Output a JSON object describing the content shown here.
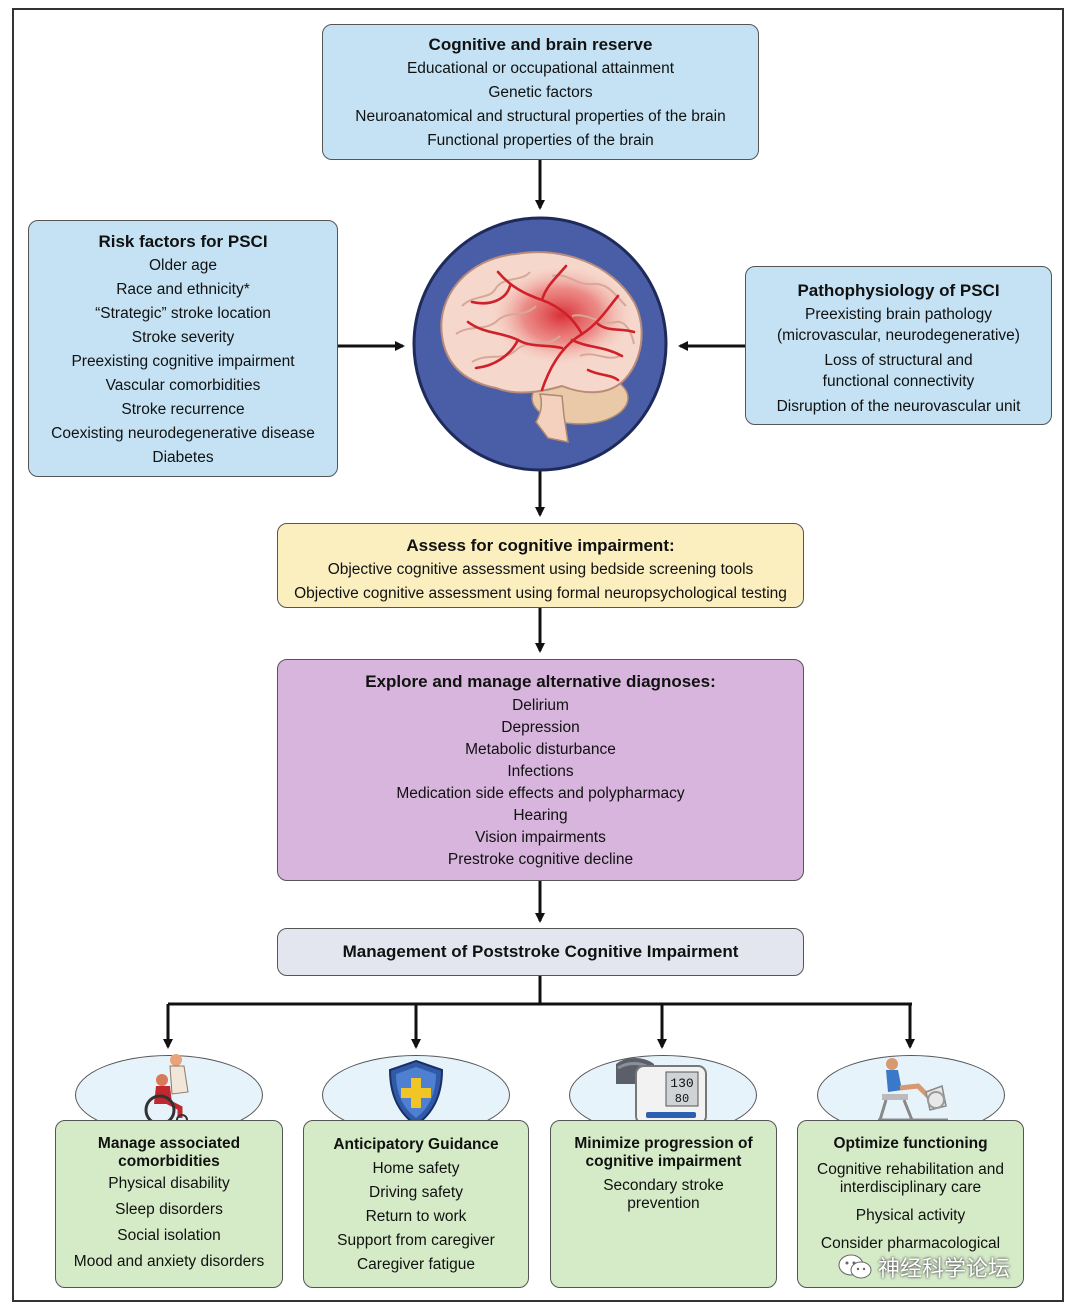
{
  "reserve": {
    "title": "Cognitive and brain reserve",
    "items": [
      "Educational or occupational attainment",
      "Genetic factors",
      "Neuroanatomical and structural properties of the brain",
      "Functional properties of the brain"
    ]
  },
  "risk": {
    "title": "Risk factors for PSCI",
    "items": [
      "Older age",
      "Race and ethnicity*",
      "“Strategic” stroke location",
      "Stroke severity",
      "Preexisting cognitive impairment",
      "Vascular comorbidities",
      "Stroke recurrence",
      "Coexisting neurodegenerative disease",
      "Diabetes"
    ]
  },
  "patho": {
    "title": "Pathophysiology of PSCI",
    "items": [
      "Preexisting brain pathology",
      "(microvascular, neurodegenerative)",
      "Loss of structural and",
      "functional connectivity",
      "Disruption of the neurovascular unit"
    ]
  },
  "assess": {
    "title": "Assess for cognitive impairment:",
    "items": [
      "Objective cognitive assessment using bedside screening tools",
      "Objective cognitive assessment using formal neuropsychological testing"
    ]
  },
  "explore": {
    "title": "Explore and manage alternative diagnoses:",
    "items": [
      "Delirium",
      "Depression",
      "Metabolic disturbance",
      "Infections",
      "Medication side effects and polypharmacy",
      "Hearing",
      "Vision impairments",
      "Prestroke cognitive decline"
    ]
  },
  "management": {
    "title": "Management of Poststroke Cognitive Impairment"
  },
  "comorbidities": {
    "title": [
      "Manage associated",
      "comorbidities"
    ],
    "items": [
      "Physical disability",
      "Sleep disorders",
      "Social isolation",
      "Mood and anxiety disorders"
    ]
  },
  "guidance": {
    "title": [
      "Anticipatory Guidance"
    ],
    "items": [
      "Home safety",
      "Driving safety",
      "Return to work",
      "Support from caregiver",
      "Caregiver fatigue"
    ]
  },
  "progression": {
    "title": [
      "Minimize progression of",
      "cognitive impairment"
    ],
    "items": [
      "Secondary stroke",
      "prevention"
    ]
  },
  "functioning": {
    "title": [
      "Optimize functioning"
    ],
    "items": [
      "Cognitive rehabilitation and",
      "interdisciplinary care",
      "Physical activity",
      "Consider pharmacological"
    ]
  },
  "bp_monitor": {
    "top": "130",
    "bottom": "80"
  },
  "watermark": "神经科学论坛",
  "colors": {
    "blue_box": "#c4e2f3",
    "yellow_box": "#fbefc0",
    "purple_box": "#d7b5dd",
    "grey_box": "#e3e6ef",
    "green_box": "#d5ebc7",
    "brain_circle": "#4a5ea8",
    "vessels": "#d0202a"
  },
  "icons": [
    "brain-icon",
    "wheelchair-icon",
    "shield-plus-icon",
    "blood-pressure-monitor-icon",
    "exercise-bike-icon",
    "wechat-icon"
  ]
}
